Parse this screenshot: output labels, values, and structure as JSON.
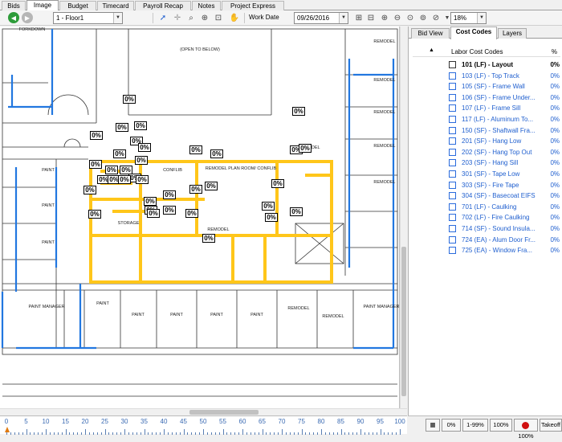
{
  "tabs": [
    "Bids",
    "Image",
    "Budget",
    "Timecard",
    "Payroll Recap",
    "Notes",
    "Project Express"
  ],
  "active_tab": "Image",
  "toolbar": {
    "floor_select": "1 - Floor1",
    "work_date_label": "Work Date",
    "work_date": "09/26/2016",
    "zoom": "18%"
  },
  "panel_tabs": [
    "Bid View",
    "Cost Codes",
    "Layers"
  ],
  "active_panel_tab": "Cost Codes",
  "cost_codes_header": {
    "label": "Labor Cost Codes",
    "pct": "%"
  },
  "cost_codes": [
    {
      "label": "101 (LF) - Layout",
      "pct": "0%"
    },
    {
      "label": "103 (LF) - Top Track",
      "pct": "0%"
    },
    {
      "label": "105 (SF) - Frame Wall",
      "pct": "0%"
    },
    {
      "label": "106 (SF) - Frame Under...",
      "pct": "0%"
    },
    {
      "label": "107 (LF) - Frame Sill",
      "pct": "0%"
    },
    {
      "label": "117 (LF) - Aluminum To...",
      "pct": "0%"
    },
    {
      "label": "150 (SF) - Shaftwall Fra...",
      "pct": "0%"
    },
    {
      "label": "201 (SF) - Hang Low",
      "pct": "0%"
    },
    {
      "label": "202 (SF) - Hang Top Out",
      "pct": "0%"
    },
    {
      "label": "203 (SF) - Hang Sill",
      "pct": "0%"
    },
    {
      "label": "301 (SF) - Tape Low",
      "pct": "0%"
    },
    {
      "label": "303 (SF) - Fire Tape",
      "pct": "0%"
    },
    {
      "label": "304 (SF) - Basecoat EIFS",
      "pct": "0%"
    },
    {
      "label": "701 (LF) - Caulking",
      "pct": "0%"
    },
    {
      "label": "702 (LF) - Fire Caulking",
      "pct": "0%"
    },
    {
      "label": "714 (SF) - Sound Insula...",
      "pct": "0%"
    },
    {
      "label": "724 (EA) - Alum Door Fr...",
      "pct": "0%"
    },
    {
      "label": "725 (EA) - Window Fra...",
      "pct": "0%"
    }
  ],
  "bottom_buttons": [
    "0%",
    "1-99%",
    "100%",
    "100%",
    "Takeoff"
  ],
  "ruler_labels": [
    "0",
    "5",
    "10",
    "15",
    "20",
    "25",
    "30",
    "35",
    "40",
    "45",
    "50",
    "55",
    "60",
    "65",
    "70",
    "75",
    "80",
    "85",
    "90",
    "95",
    "100"
  ],
  "markers": [
    "0%",
    "0%",
    "0%",
    "0%",
    "0%",
    "0%",
    "0%",
    "0%",
    "0%",
    "0%",
    "0%",
    "0%",
    "0%",
    "0%",
    "0%",
    "0%",
    "0%",
    "0%",
    "0%",
    "0%",
    "0%",
    "0%",
    "0%",
    "0%",
    "0%",
    "0%",
    "0%",
    "0%",
    "0%",
    "0%",
    "0%",
    "0%",
    "0%",
    "0%",
    "0%",
    "0%"
  ],
  "plan_rooms": [
    "(OPEN TO BELOW)",
    "REMODEL",
    "REMODEL",
    "REMODEL",
    "REMODEL",
    "REMODEL",
    "REMODEL PLAN ROOM/ CONFLIB",
    "CONFLIB",
    "STORAGE",
    "REMODEL",
    "REMODEL",
    "PAINT",
    "PAINT",
    "PAINT",
    "PAINT",
    "PAINT",
    "PAINT",
    "PAINT",
    "PAINT",
    "PAINT MANAGER",
    "PAINT MANAGER",
    "REMODEL",
    "REMODEL",
    "FORKDOWN"
  ],
  "colors": {
    "yellow": "#ffc61a",
    "blue": "#2277e0",
    "link": "#1f5fcf"
  }
}
